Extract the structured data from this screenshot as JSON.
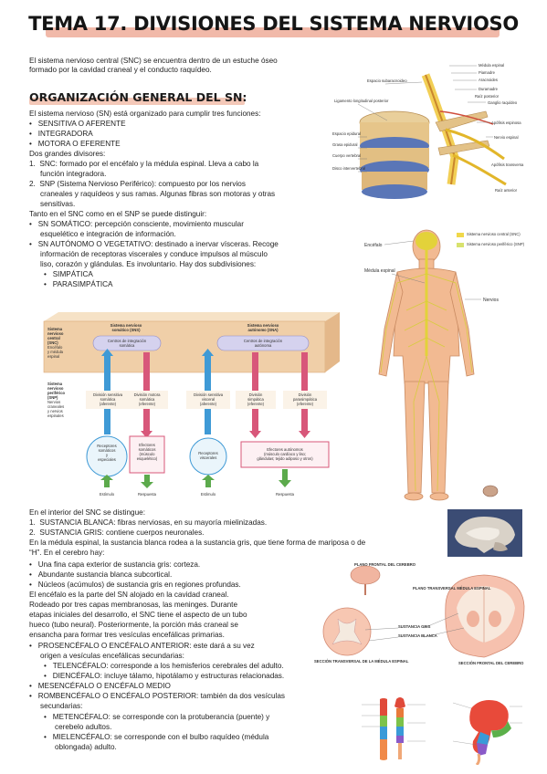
{
  "title": "TEMA 17. DIVISIONES DEL SISTEMA NERVIOSO",
  "intro": [
    "El sistema nervioso central (SNC) se encuentra dentro de un estuche óseo",
    "formado por la cavidad craneal y el conducto raquídeo."
  ],
  "section_title": "ORGANIZACIÓN GENERAL DEL SN:",
  "body1": [
    "El sistema nervioso (SN) está organizado para cumplir tres funciones:",
    "SENSITIVA O AFERENTE",
    "INTEGRADORA",
    "MOTORA O EFERENTE",
    "Dos grandes divisores:",
    "SNC: formado por el encéfalo y la médula espinal. Lleva a cabo la",
    "función integradora.",
    "SNP (Sistema Nervioso Periférico): compuesto por los nervios",
    "craneales y raquídeos y sus ramas. Algunas fibras son motoras y otras",
    "sensitivas.",
    "Tanto en el SNC como en el SNP se puede distinguir:",
    "SN SOMÁTICO: percepción consciente, movimiento muscular",
    "esquelético e integración de información.",
    "SN AUTÓNOMO O VEGETATIVO: destinado a inervar vísceras. Recoge",
    "información de receptoras viscerales y conduce impulsos al músculo",
    "liso, corazón y glándulas. Es involuntario. Hay dos subdivisiones:",
    "SIMPÁTICA",
    "PARASIMPÁTICA"
  ],
  "diagram": {
    "snc_side": [
      "Sistema",
      "nervioso",
      "central",
      "(SNC)",
      "Encéfalo",
      "y médula",
      "espinal"
    ],
    "snp_side": [
      "Sistema",
      "nervioso",
      "periférico",
      "(SNP)",
      "Nervios",
      "craneales",
      "y nervios",
      "espinales"
    ],
    "somatic_title": [
      "Sistema nervioso",
      "somático (SNS)"
    ],
    "somatic_center": [
      "Centros de integración",
      "somática"
    ],
    "autonomic_title": [
      "Sistema nervioso",
      "autónomo (SNA)"
    ],
    "autonomic_center": [
      "Centros de integración",
      "autónoma"
    ],
    "divisions": [
      [
        "División sensitiva",
        "somática",
        "(aferente)"
      ],
      [
        "División motora",
        "somática",
        "(eferente)"
      ],
      [
        "División sensitiva",
        "visceral",
        "(aferente)"
      ],
      [
        "División",
        "simpática",
        "(eferente)"
      ],
      [
        "División",
        "parasimpática",
        "(eferente)"
      ]
    ],
    "receptors_somatic": [
      "Receptores",
      "somáticos",
      "y",
      "especiales"
    ],
    "effectors_somatic": [
      "Efectores",
      "somáticos",
      "(músculo",
      "esquelético)"
    ],
    "receptors_visceral": [
      "Receptores",
      "viscerales"
    ],
    "effectors_autonomic": [
      "Efectores autónomos",
      "(músculo cardíaco y liso;",
      "glándulas; tejido adiposo y otros)"
    ],
    "bottom": [
      "Estímulo",
      "Respuesta",
      "Estímulo",
      "Respuesta"
    ]
  },
  "spine_labels": [
    "Médula espinal",
    "Piamadre",
    "Aracnoides",
    "Duramadre",
    "Raíz posterior",
    "Ganglio raquídeo",
    "Nervio espinal",
    "Espacio epidural",
    "Grasa epidural",
    "Cuerpo vertebral",
    "Disco intervertebral",
    "Espacio subaracnoideo",
    "Ligamento longitudinal posterior",
    "Apófisis transversa",
    "Apófisis espinosa",
    "Raíz anterior"
  ],
  "body_labels": [
    "Encéfalo",
    "Médula espinal",
    "Nervios"
  ],
  "body_legend": [
    "Sistema nervioso central (SNC)",
    "Sistema nervioso periférico (SNP)"
  ],
  "body2": [
    "En el interior del SNC se distingue:",
    "SUSTANCIA BLANCA: fibras nerviosas, en su mayoría mielinizadas.",
    "SUSTANCIA GRIS: contiene cuerpos neuronales.",
    "En la médula espinal, la sustancia blanca rodea a la sustancia gris, que tiene forma de mariposa o de",
    "“H”. En el cerebro hay:",
    "Una fina capa exterior de sustancia gris: corteza.",
    "Abundante sustancia blanca subcortical.",
    "Núcleos (acúmulos) de sustancia gris en regiones profundas.",
    "El encéfalo es la parte del SN alojado en la cavidad craneal.",
    "Rodeado por tres capas membranosas, las meninges.  Durante",
    "etapas iniciales del desarrollo, el SNC tiene el aspecto de un tubo",
    "hueco (tubo neural). Posteriormente, la porción más craneal se",
    "ensancha para formar tres vesículas encefálicas primarias.",
    "PROSENCÉFALO O ENCÉFALO ANTERIOR: este dará a su vez",
    "origen a vesículas encefálicas secundarias:",
    "TELENCÉFALO: corresponde a los hemisferios cerebrales del adulto.",
    "DIENCÉFALO: incluye tálamo, hipotálamo y estructuras relacionadas.",
    "MESENCÉFALO O ENCÉFALO MEDIO",
    "ROMBENCÉFALO O ENCÉFALO POSTERIOR: también da dos vesículas",
    "secundarias:",
    "METENCÉFALO: se corresponde con la protuberancia (puente) y",
    "cerebelo adultos.",
    "MIELENCÉFALO: se corresponde con el bulbo raquídeo (médula",
    "oblongada) adulto."
  ],
  "brain_labels": [
    "PLANO FRONTAL DEL CEREBRO",
    "PLANO TRANSVERSAL MÉDULA ESPINAL",
    "SUSTANCIA GRIS",
    "SUSTANCIA BLANCA",
    "SECCIÓN TRANSVERSAL DE LA MÉDULA ESPINAL",
    "SECCIÓN FRONTAL DEL CEREBRO"
  ]
}
